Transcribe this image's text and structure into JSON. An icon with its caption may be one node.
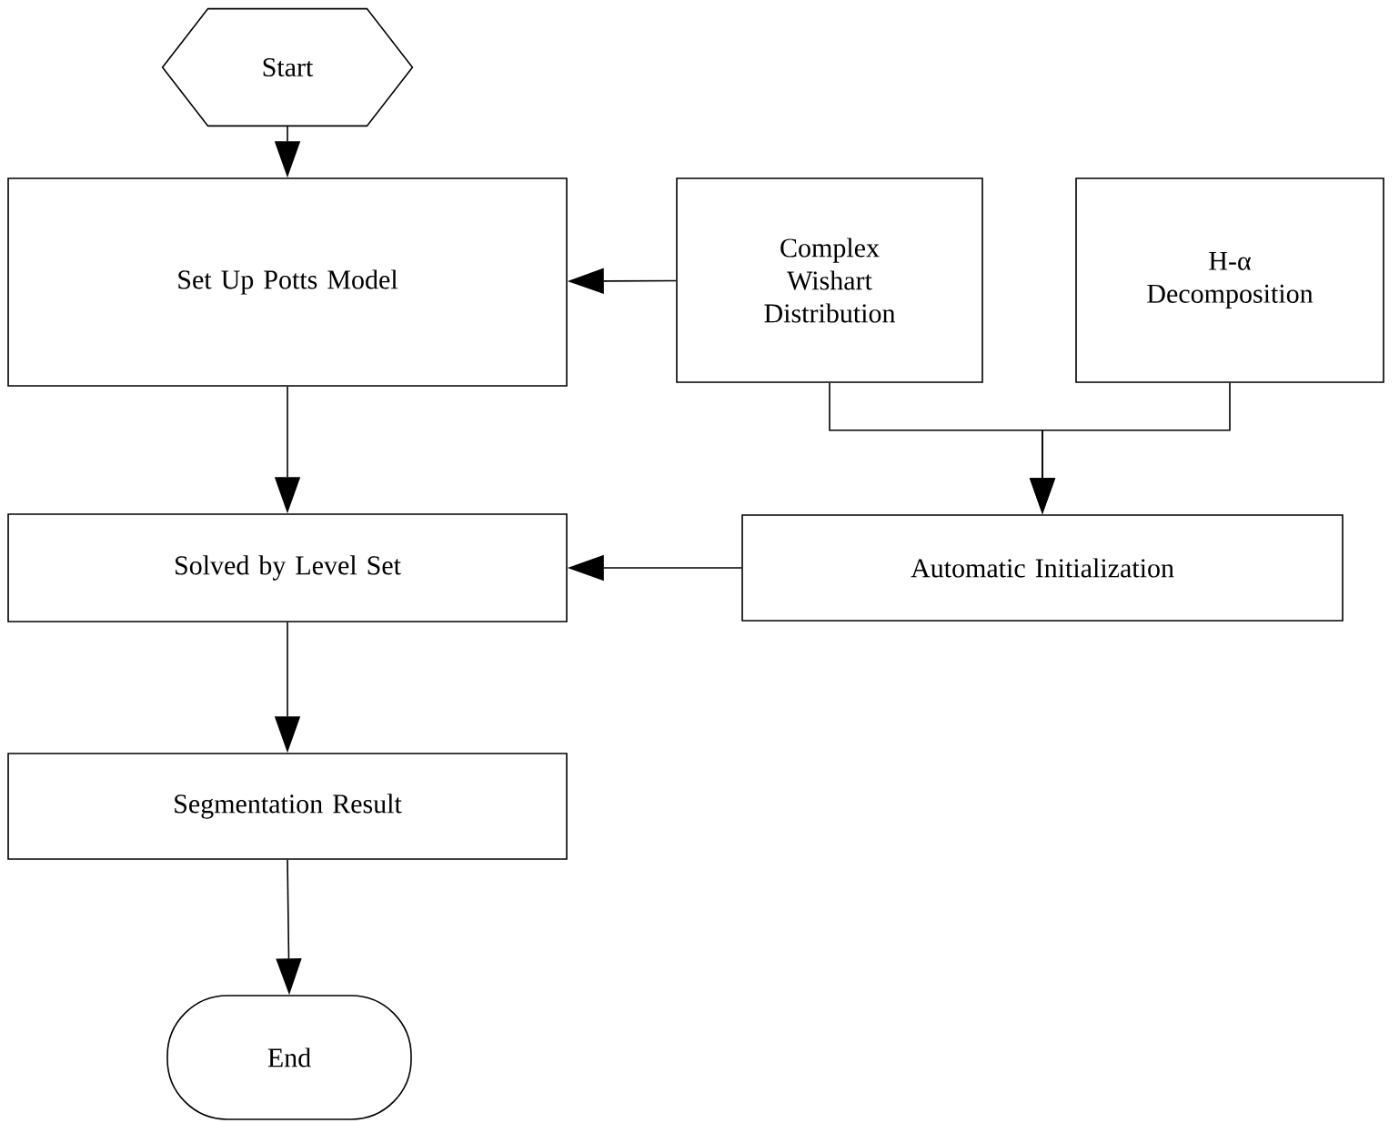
{
  "diagram": {
    "nodes": [
      {
        "text": [
          "Start"
        ]
      },
      {
        "text": [
          "Set Up Potts Model"
        ]
      },
      {
        "text": [
          "Complex Wishart Distribution"
        ]
      },
      {
        "text": [
          "H-α Decomposition"
        ]
      },
      {
        "text": [
          "Solved by Level Set"
        ]
      },
      {
        "text": [
          "Automatic Initialization"
        ]
      },
      {
        "text": [
          "Segmentation Result"
        ]
      },
      {
        "text": [
          "End"
        ]
      }
    ],
    "edges": [
      {
        "from": 0,
        "to": 1,
        "arrow": "to"
      },
      {
        "from": 2,
        "to": 1,
        "arrow": "to"
      },
      {
        "from": 1,
        "to": 4,
        "arrow": "to"
      },
      {
        "from": 2,
        "to": 5,
        "arrow": "to"
      },
      {
        "from": 3,
        "to": 5,
        "arrow": "to"
      },
      {
        "from": 5,
        "to": 4,
        "arrow": "to"
      },
      {
        "from": 4,
        "to": 6,
        "arrow": "to"
      },
      {
        "from": 6,
        "to": 7,
        "arrow": "to"
      }
    ]
  }
}
